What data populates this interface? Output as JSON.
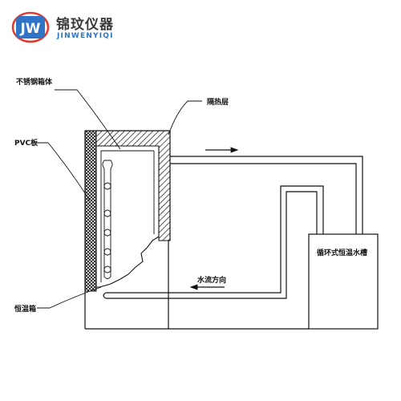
{
  "logo": {
    "monogram": "JW",
    "brand_cn": "锦玟仪器",
    "brand_en": "JINWENYIQI"
  },
  "labels": {
    "stainless_box": "不锈钢箱体",
    "insulation": "隔热层",
    "pvc_board": "PVC板",
    "thermostat_box": "恒温箱",
    "circulating_bath": "循环式恒温水槽",
    "flow_direction": "水流方向"
  },
  "colors": {
    "line": "#111111",
    "logo_blue": "#2f74c6",
    "logo_red": "#e03a2f",
    "logo_text": "#3a3a3a"
  }
}
